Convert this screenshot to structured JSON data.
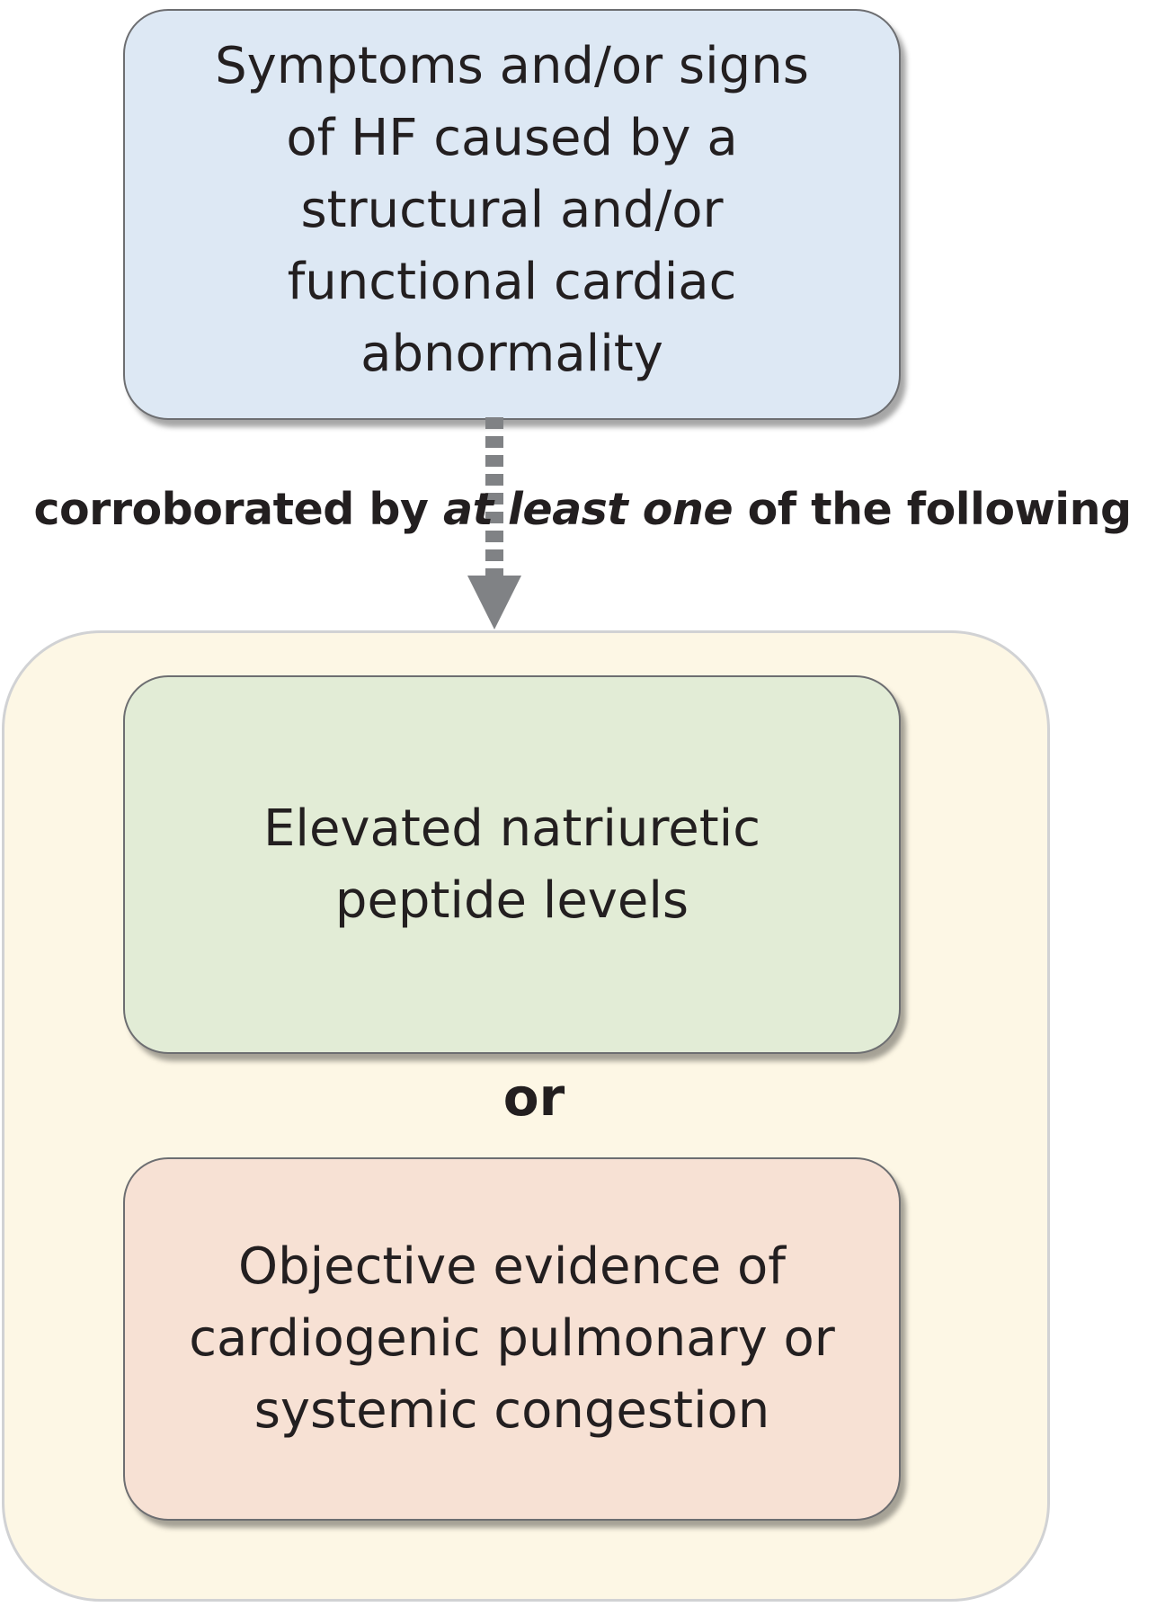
{
  "top_box": {
    "lines": [
      "Symptoms and/or signs",
      "of HF caused by a",
      "structural and/or",
      "functional cardiac",
      "abnormality"
    ],
    "color": "#dde8f4"
  },
  "connector": {
    "before": "corroborated by ",
    "emphasis": "at least one",
    "after": " of the following",
    "arrow_style": "dashed-arrow-down",
    "arrow_color": "#808285"
  },
  "group": {
    "color": "#fdf7e5",
    "options": [
      {
        "lines": [
          "Elevated natriuretic",
          "peptide levels"
        ],
        "color": "#e2ecd6"
      },
      {
        "lines": [
          "Objective evidence of",
          "cardiogenic pulmonary or",
          "systemic congestion"
        ],
        "color": "#f7e1d4"
      }
    ],
    "separator": "or"
  }
}
